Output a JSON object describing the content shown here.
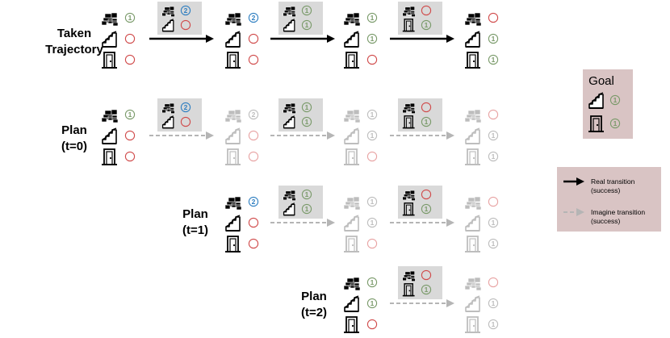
{
  "rows": [
    {
      "label_lines": [
        "Taken",
        "Trajectory"
      ],
      "faded_from": 99,
      "arrow_style": "real",
      "states": [
        {
          "cells": [
            {
              "icon": "bricks-icon",
              "marker": "1g"
            },
            {
              "icon": "stairs-icon",
              "marker": "o"
            },
            {
              "icon": "door-icon",
              "marker": "o"
            }
          ]
        },
        {
          "cells": [
            {
              "icon": "bricks-icon",
              "marker": "2b"
            },
            {
              "icon": "stairs-icon",
              "marker": "o"
            },
            {
              "icon": "door-icon",
              "marker": "o"
            }
          ]
        },
        {
          "cells": [
            {
              "icon": "bricks-icon",
              "marker": "1g"
            },
            {
              "icon": "stairs-icon",
              "marker": "1g"
            },
            {
              "icon": "door-icon",
              "marker": "o"
            }
          ]
        },
        {
          "cells": [
            {
              "icon": "bricks-icon",
              "marker": "o"
            },
            {
              "icon": "stairs-icon",
              "marker": "1g"
            },
            {
              "icon": "door-icon",
              "marker": "1g"
            }
          ]
        }
      ],
      "actions": [
        {
          "items": [
            {
              "icon": "bricks-icon",
              "marker": "2b"
            },
            {
              "icon": "stairs-icon",
              "marker": "o"
            }
          ]
        },
        {
          "items": [
            {
              "icon": "bricks-icon",
              "marker": "1g"
            },
            {
              "icon": "stairs-icon",
              "marker": "1g"
            }
          ]
        },
        {
          "items": [
            {
              "icon": "bricks-icon",
              "marker": "o"
            },
            {
              "icon": "door-icon",
              "marker": "1g"
            }
          ]
        }
      ]
    },
    {
      "label_lines": [
        "Plan",
        "(t=0)"
      ],
      "faded_from": 1,
      "arrow_style": "imagine",
      "states": [
        {
          "cells": [
            {
              "icon": "bricks-icon",
              "marker": "1g"
            },
            {
              "icon": "stairs-icon",
              "marker": "o"
            },
            {
              "icon": "door-icon",
              "marker": "o"
            }
          ]
        },
        {
          "cells": [
            {
              "icon": "bricks-icon",
              "marker": "2b"
            },
            {
              "icon": "stairs-icon",
              "marker": "o"
            },
            {
              "icon": "door-icon",
              "marker": "o"
            }
          ]
        },
        {
          "cells": [
            {
              "icon": "bricks-icon",
              "marker": "1g"
            },
            {
              "icon": "stairs-icon",
              "marker": "1g"
            },
            {
              "icon": "door-icon",
              "marker": "o"
            }
          ]
        },
        {
          "cells": [
            {
              "icon": "bricks-icon",
              "marker": "o"
            },
            {
              "icon": "stairs-icon",
              "marker": "1g"
            },
            {
              "icon": "door-icon",
              "marker": "1g"
            }
          ]
        }
      ],
      "actions": [
        {
          "items": [
            {
              "icon": "bricks-icon",
              "marker": "2b"
            },
            {
              "icon": "stairs-icon",
              "marker": "o"
            }
          ]
        },
        {
          "items": [
            {
              "icon": "bricks-icon",
              "marker": "1g"
            },
            {
              "icon": "stairs-icon",
              "marker": "1g"
            }
          ]
        },
        {
          "items": [
            {
              "icon": "bricks-icon",
              "marker": "o"
            },
            {
              "icon": "door-icon",
              "marker": "1g"
            }
          ]
        }
      ]
    },
    {
      "label_lines": [
        "Plan",
        "(t=1)"
      ],
      "faded_from": 1,
      "arrow_style": "imagine",
      "states": [
        {
          "cells": [
            {
              "icon": "bricks-icon",
              "marker": "2b"
            },
            {
              "icon": "stairs-icon",
              "marker": "o"
            },
            {
              "icon": "door-icon",
              "marker": "o"
            }
          ]
        },
        {
          "cells": [
            {
              "icon": "bricks-icon",
              "marker": "1g"
            },
            {
              "icon": "stairs-icon",
              "marker": "1g"
            },
            {
              "icon": "door-icon",
              "marker": "o"
            }
          ]
        },
        {
          "cells": [
            {
              "icon": "bricks-icon",
              "marker": "o"
            },
            {
              "icon": "stairs-icon",
              "marker": "1g"
            },
            {
              "icon": "door-icon",
              "marker": "1g"
            }
          ]
        }
      ],
      "actions": [
        {
          "items": [
            {
              "icon": "bricks-icon",
              "marker": "1g"
            },
            {
              "icon": "stairs-icon",
              "marker": "1g"
            }
          ]
        },
        {
          "items": [
            {
              "icon": "bricks-icon",
              "marker": "o"
            },
            {
              "icon": "door-icon",
              "marker": "1g"
            }
          ]
        }
      ]
    },
    {
      "label_lines": [
        "Plan",
        "(t=2)"
      ],
      "faded_from": 1,
      "arrow_style": "imagine",
      "states": [
        {
          "cells": [
            {
              "icon": "bricks-icon",
              "marker": "1g"
            },
            {
              "icon": "stairs-icon",
              "marker": "1g"
            },
            {
              "icon": "door-icon",
              "marker": "o"
            }
          ]
        },
        {
          "cells": [
            {
              "icon": "bricks-icon",
              "marker": "o"
            },
            {
              "icon": "stairs-icon",
              "marker": "1g"
            },
            {
              "icon": "door-icon",
              "marker": "1g"
            }
          ]
        }
      ],
      "actions": [
        {
          "items": [
            {
              "icon": "bricks-icon",
              "marker": "o"
            },
            {
              "icon": "door-icon",
              "marker": "1g"
            }
          ]
        }
      ]
    }
  ],
  "goal": {
    "title": "Goal",
    "items": [
      {
        "icon": "stairs-icon",
        "marker": "1g"
      },
      {
        "icon": "door-icon",
        "marker": "1g"
      }
    ]
  },
  "legend": {
    "real": {
      "line1": "Real transition",
      "line2": "(success)"
    },
    "imagine": {
      "line1": "Imagine transition",
      "line2": "(success)"
    }
  },
  "badge_text": "1",
  "badge_text_two": "2",
  "colors": {
    "green": "#7a9a6a",
    "blue": "#2f7fc1",
    "red": "#d04a4a",
    "panel": "#d9d9d9",
    "goal_panel": "#d9c4c4",
    "faded": "#bdbdbd",
    "imagine_arrow": "#b5b5b5",
    "real_arrow": "#000000"
  }
}
